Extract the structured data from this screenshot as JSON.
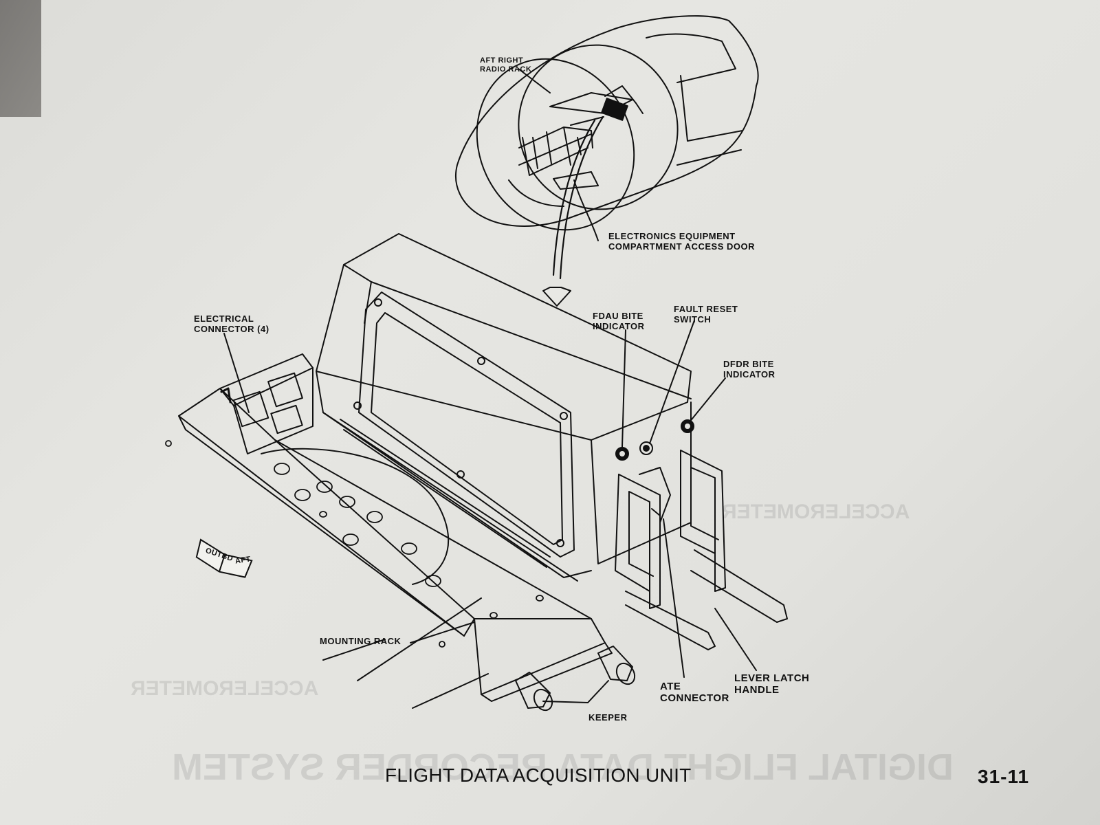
{
  "figure": {
    "title": "FLIGHT DATA ACQUISITION UNIT",
    "page_number": "31-11"
  },
  "callouts": {
    "aft_right_radio_rack": "AFT RIGHT\nRADIO RACK",
    "electronics_access_door": "ELECTRONICS EQUIPMENT\nCOMPARTMENT ACCESS DOOR",
    "electrical_connector": "ELECTRICAL\nCONNECTOR (4)",
    "fdau_bite_indicator": "FDAU BITE\nINDICATOR",
    "fault_reset_switch": "FAULT RESET\nSWITCH",
    "dfdr_bite_indicator": "DFDR BITE\nINDICATOR",
    "mounting_rack": "MOUNTING RACK",
    "ate_connector": "ATE\nCONNECTOR",
    "lever_latch_handle": "LEVER LATCH\nHANDLE",
    "keeper": "KEEPER"
  },
  "placard": {
    "left": "OUTBD",
    "right": "AFT"
  },
  "bleed_through": {
    "heading": "DIGITAL FLIGHT DATA RECORDER SYSTEM",
    "subheading": "ACCELEROMETER",
    "subheading_lower": "ACCELEROMETER"
  },
  "colors": {
    "paper": "#e3e3df",
    "ink": "#111111"
  }
}
